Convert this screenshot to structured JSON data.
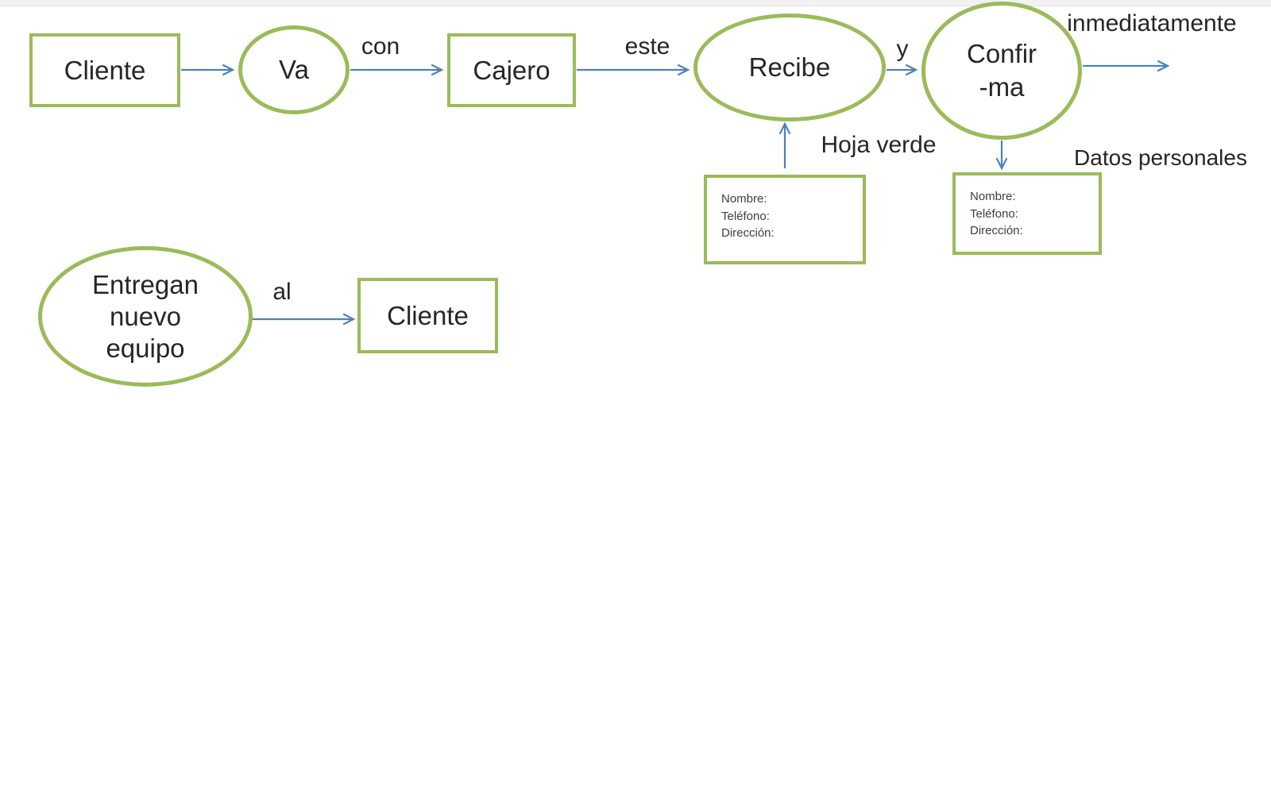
{
  "diagram": {
    "colors": {
      "shape_border_green": "#9BBB59",
      "arrow_blue": "#4F81BD",
      "text_dark": "#262626"
    },
    "nodes": {
      "cliente1": {
        "label": "Cliente"
      },
      "va": {
        "label": "Va"
      },
      "cajero": {
        "label": "Cajero"
      },
      "recibe": {
        "label": "Recibe"
      },
      "confirma": {
        "lines": [
          "Confir",
          "-ma"
        ]
      },
      "entregan": {
        "lines": [
          "Entregan",
          "nuevo",
          "equipo"
        ]
      },
      "cliente2": {
        "label": "Cliente"
      }
    },
    "edge_labels": {
      "con": "con",
      "este": "este",
      "y": "y",
      "inmediatamente": "inmediatamente",
      "hoja_verde": "Hoja verde",
      "datos_personales": "Datos personales",
      "al": "al"
    },
    "data_boxes": {
      "hoja_verde_box": {
        "fields": [
          "Nombre:",
          "Teléfono:",
          "Dirección:"
        ]
      },
      "datos_personales_box": {
        "fields": [
          "Nombre:",
          "Teléfono:",
          "Dirección:"
        ]
      }
    }
  }
}
